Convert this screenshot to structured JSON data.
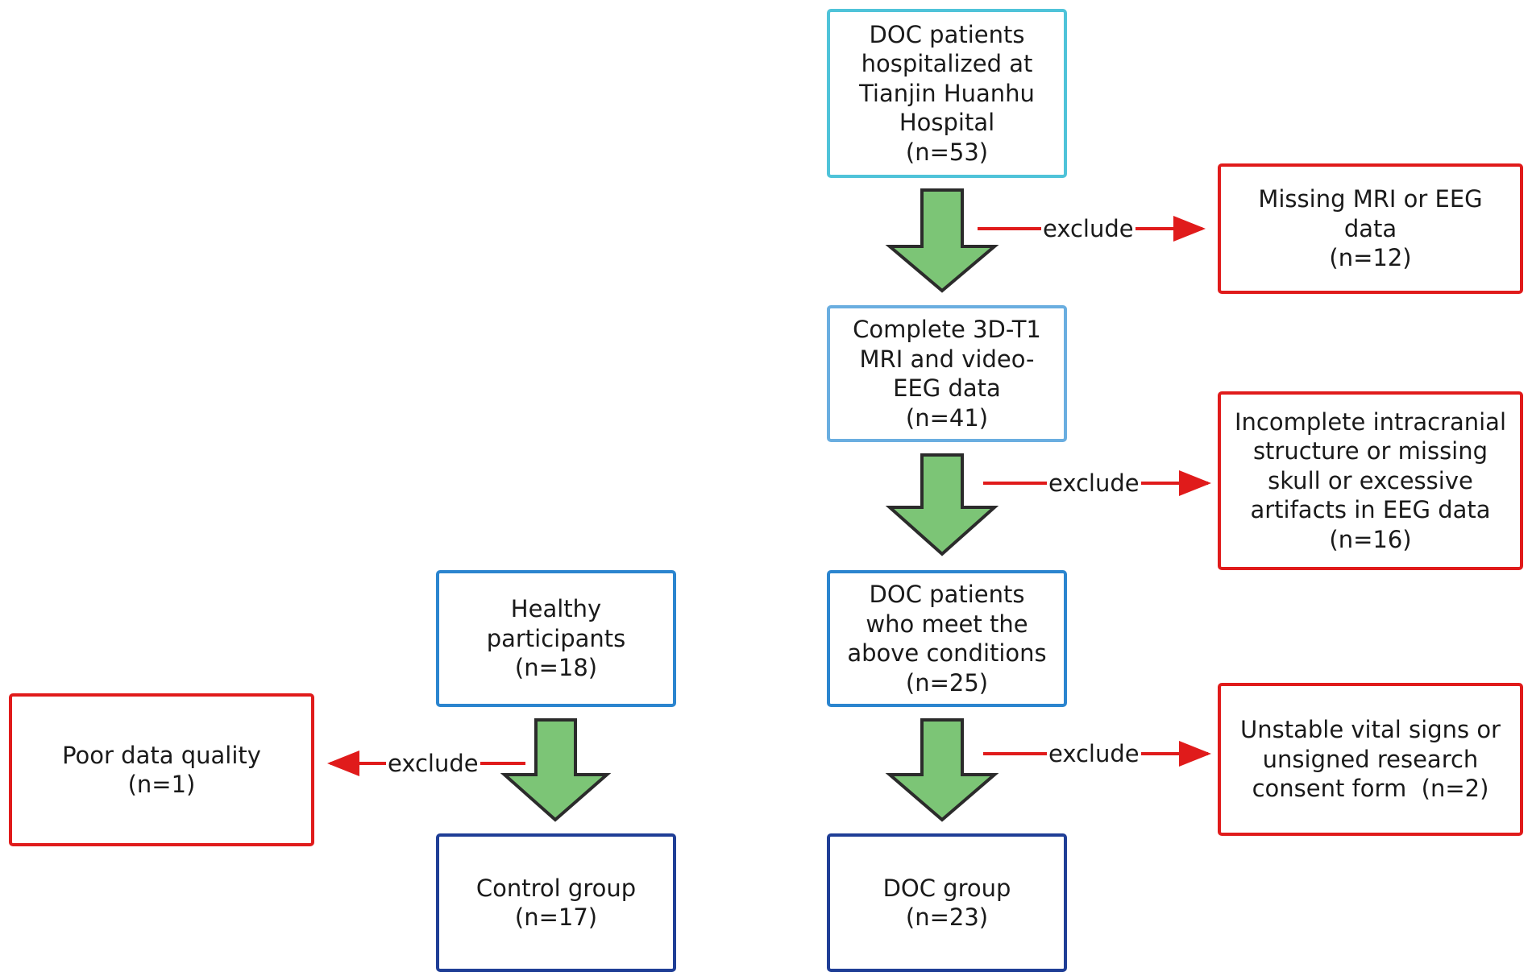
{
  "boxes": {
    "doc_hospitalized": {
      "lines": [
        "DOC patients",
        "hospitalized at",
        "Tianjin Huanhu",
        "Hospital",
        "(n=53)"
      ],
      "border_color": "#4fc3d9"
    },
    "complete_data": {
      "lines": [
        "Complete 3D-T1",
        "MRI and video-",
        "EEG data",
        "(n=41)"
      ],
      "border_color": "#6aaee0"
    },
    "doc_meet_conditions": {
      "lines": [
        "DOC patients",
        "who meet the",
        "above conditions",
        "(n=25)"
      ],
      "border_color": "#2b85cf"
    },
    "doc_group": {
      "lines": [
        "DOC group",
        "(n=23)"
      ],
      "border_color": "#1f3e96"
    },
    "healthy": {
      "lines": [
        "Healthy",
        "participants",
        "(n=18)"
      ],
      "border_color": "#2b85cf"
    },
    "control_group": {
      "lines": [
        "Control group",
        "(n=17)"
      ],
      "border_color": "#1f3e96"
    },
    "excl_missing": {
      "lines": [
        "Missing MRI or EEG",
        "data",
        "(n=12)"
      ],
      "border_color": "#e01b1b"
    },
    "excl_incomplete": {
      "lines": [
        "Incomplete intracranial",
        "structure or missing",
        "skull or excessive",
        "artifacts in EEG data",
        "(n=16)"
      ],
      "border_color": "#e01b1b"
    },
    "excl_unstable": {
      "lines": [
        "Unstable vital signs or",
        "unsigned research",
        "consent form  (n=2)"
      ],
      "border_color": "#e01b1b"
    },
    "excl_poor": {
      "lines": [
        "Poor data quality",
        "(n=1)"
      ],
      "border_color": "#e01b1b"
    }
  },
  "edges": {
    "exclude_1": "exclude",
    "exclude_2": "exclude",
    "exclude_3": "exclude",
    "exclude_4": "exclude"
  },
  "colors": {
    "flow_arrow_fill": "#7cc576",
    "flow_arrow_stroke": "#2b2b2b",
    "exclude_arrow": "#e01b1b"
  },
  "icons": {
    "flow_arrow": "green-down-arrow-icon",
    "exclude_arrow": "red-right-arrow-icon"
  }
}
